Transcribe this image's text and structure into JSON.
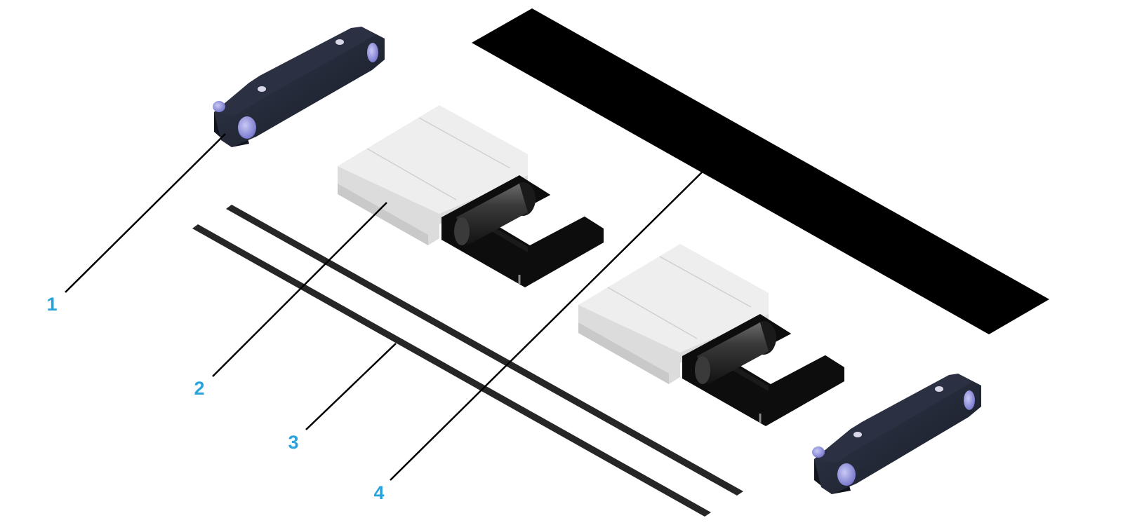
{
  "colors": {
    "label": "#29a3dc",
    "leader": "#000000",
    "end_block_dark": "#1c2230",
    "end_block_top": "#2b3142",
    "end_block_face": "#11151f",
    "bolt": "#8f8fe0",
    "carriage_light": "#eeeeee",
    "carriage_side": "#dcdcdc",
    "carriage_shadow": "#c9c9c9",
    "cage_black": "#0d0d0d",
    "roller_dark": "#2a2a2a",
    "strip": "#262626",
    "cover_plate": "#000000"
  },
  "callouts": [
    {
      "number": "1",
      "part": "end-block"
    },
    {
      "number": "2",
      "part": "carriage"
    },
    {
      "number": "3",
      "part": "seal-strip"
    },
    {
      "number": "4",
      "part": "cover-plate"
    }
  ]
}
